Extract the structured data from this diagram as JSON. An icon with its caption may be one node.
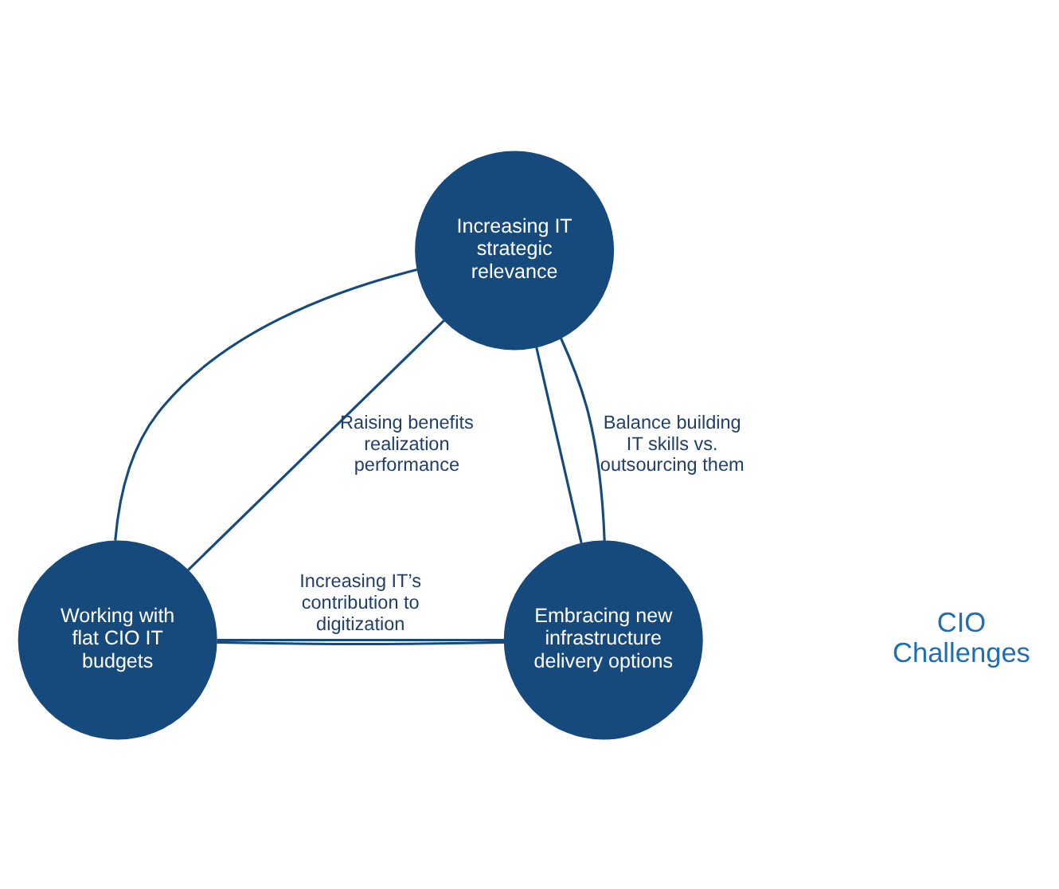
{
  "diagram": {
    "nodes": [
      {
        "text": [
          "Increasing IT strategic relevance"
        ]
      },
      {
        "text": [
          "Working with flat CIO IT budgets"
        ]
      },
      {
        "text": [
          "Embracing new infrastructure delivery options"
        ]
      }
    ],
    "edges": [
      {
        "from": 0,
        "to": 1,
        "arrow": "none"
      },
      {
        "from": 0,
        "to": 2,
        "arrow": "none"
      },
      {
        "from": 1,
        "to": 2,
        "arrow": "none"
      },
      {
        "from": 0,
        "to": 1,
        "arrow": "none",
        "label": "Raising benefits realization performance"
      },
      {
        "from": 0,
        "to": 2,
        "arrow": "none",
        "label": "Balance building IT skills vs. outsourcing them"
      },
      {
        "from": 1,
        "to": 2,
        "arrow": "none",
        "label": "Increasing IT’s contribution to digitization"
      }
    ],
    "labels": [
      "CIO Challenges"
    ]
  }
}
